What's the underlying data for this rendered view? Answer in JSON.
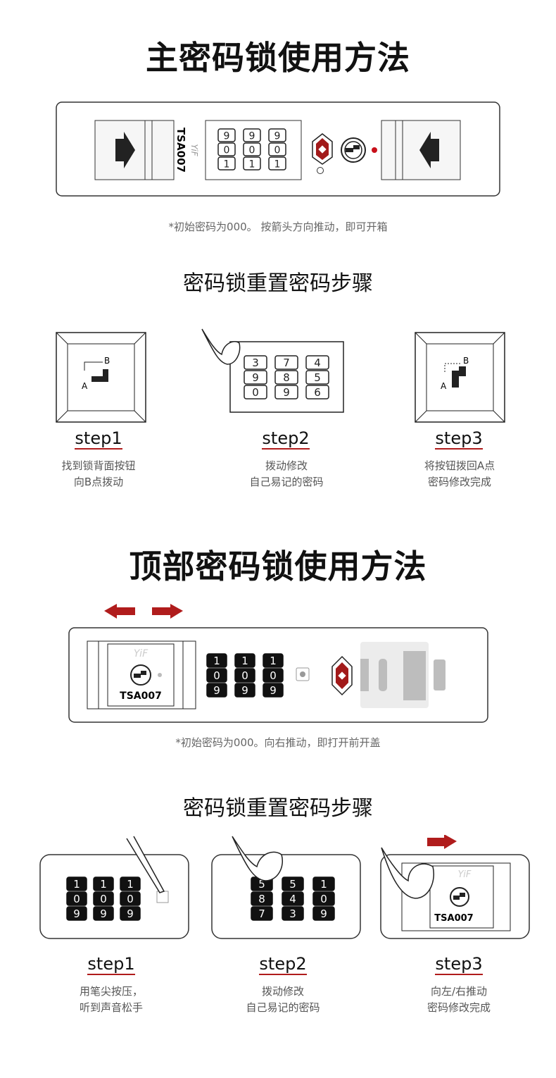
{
  "section1": {
    "title": "主密码锁使用方法",
    "lock": {
      "brand": "YiF",
      "model": "TSA007",
      "wheels": [
        [
          "9",
          "0",
          "1"
        ],
        [
          "9",
          "0",
          "1"
        ],
        [
          "9",
          "0",
          "1"
        ]
      ]
    },
    "note": "*初始密码为000。 按箭头方向推动，即可开箱",
    "reset_title": "密码锁重置密码步骤",
    "steps": [
      {
        "label": "step1",
        "line1": "找到锁背面按钮",
        "line2": "向B点拨动",
        "marks": [
          "A",
          "B"
        ]
      },
      {
        "label": "step2",
        "line1": "拨动修改",
        "line2": "自己易记的密码",
        "wheels": [
          [
            "3",
            "9",
            "0"
          ],
          [
            "7",
            "8",
            "9"
          ],
          [
            "4",
            "5",
            "6"
          ]
        ]
      },
      {
        "label": "step3",
        "line1": "将按钮拨回A点",
        "line2": "密码修改完成",
        "marks": [
          "A",
          "B"
        ]
      }
    ]
  },
  "section2": {
    "title": "顶部密码锁使用方法",
    "lock": {
      "brand": "YiF",
      "model": "TSA007",
      "wheels": [
        [
          "1",
          "0",
          "9"
        ],
        [
          "1",
          "0",
          "9"
        ],
        [
          "1",
          "0",
          "9"
        ]
      ]
    },
    "note": "*初始密码为000。向右推动，即打开前开盖",
    "reset_title": "密码锁重置密码步骤",
    "steps": [
      {
        "label": "step1",
        "line1": "用笔尖按压，",
        "line2": "听到声音松手"
      },
      {
        "label": "step2",
        "line1": "拨动修改",
        "line2": "自己易记的密码",
        "wheels": [
          [
            "5",
            "8",
            "7"
          ],
          [
            "5",
            "4",
            "3"
          ],
          [
            "1",
            "0",
            "9"
          ]
        ]
      },
      {
        "label": "step3",
        "line1": "向左/右推动",
        "line2": "密码修改完成",
        "model": "TSA007",
        "brand": "YiF"
      }
    ]
  },
  "colors": {
    "accent": "#b01c1c",
    "text": "#111111",
    "note": "#666666"
  }
}
